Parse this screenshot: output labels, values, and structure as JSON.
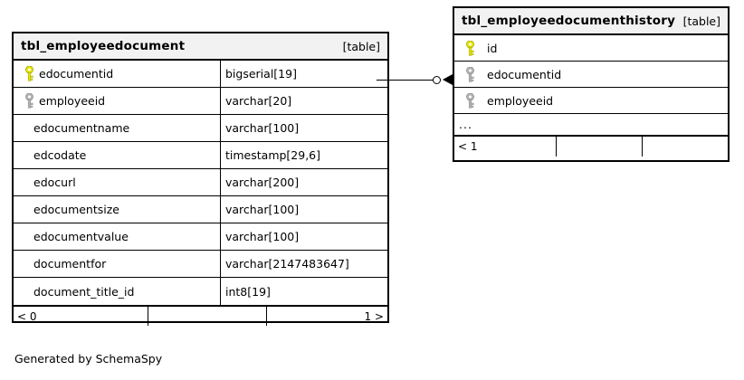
{
  "diagram": {
    "type": "entity-relationship",
    "generator_note": "Generated by SchemaSpy",
    "table_tag": "[table]",
    "ellipsis": "..."
  },
  "tables": [
    {
      "id": "tbl_employeedocument",
      "title": "tbl_employeedocument",
      "tag": "[table]",
      "has_type_column": true,
      "columns": [
        {
          "name": "edocumentid",
          "type": "bigserial[19]",
          "key": "primary"
        },
        {
          "name": "employeeid",
          "type": "varchar[20]",
          "key": "index"
        },
        {
          "name": "edocumentname",
          "type": "varchar[100]",
          "key": "none"
        },
        {
          "name": "edcodate",
          "type": "timestamp[29,6]",
          "key": "none"
        },
        {
          "name": "edocurl",
          "type": "varchar[200]",
          "key": "none"
        },
        {
          "name": "edocumentsize",
          "type": "varchar[100]",
          "key": "none"
        },
        {
          "name": "edocumentvalue",
          "type": "varchar[100]",
          "key": "none"
        },
        {
          "name": "documentfor",
          "type": "varchar[2147483647]",
          "key": "none"
        },
        {
          "name": "document_title_id",
          "type": "int8[19]",
          "key": "none"
        }
      ],
      "footer": {
        "left": "< 0",
        "middle": "",
        "right": "1 >"
      }
    },
    {
      "id": "tbl_employeedocumenthistory",
      "title": "tbl_employeedocumenthistory",
      "tag": "[table]",
      "has_type_column": false,
      "columns": [
        {
          "name": "id",
          "type": "",
          "key": "primary"
        },
        {
          "name": "edocumentid",
          "type": "",
          "key": "index"
        },
        {
          "name": "employeeid",
          "type": "",
          "key": "index"
        }
      ],
      "more_indicator": "...",
      "footer": {
        "left": "< 1",
        "middle": "",
        "right": ""
      }
    }
  ],
  "relationship": {
    "from_table": "tbl_employeedocument",
    "from_column": "edocumentid",
    "to_table": "tbl_employeedocumenthistory",
    "to_column": "edocumentid",
    "source_marker": "circle-zero",
    "target_marker": "arrow-many"
  },
  "colors": {
    "primary_key": "#e8e800",
    "index_key": "#b3b3b3",
    "header_bg": "#f2f2f2",
    "border": "#000000",
    "background": "#ffffff"
  }
}
